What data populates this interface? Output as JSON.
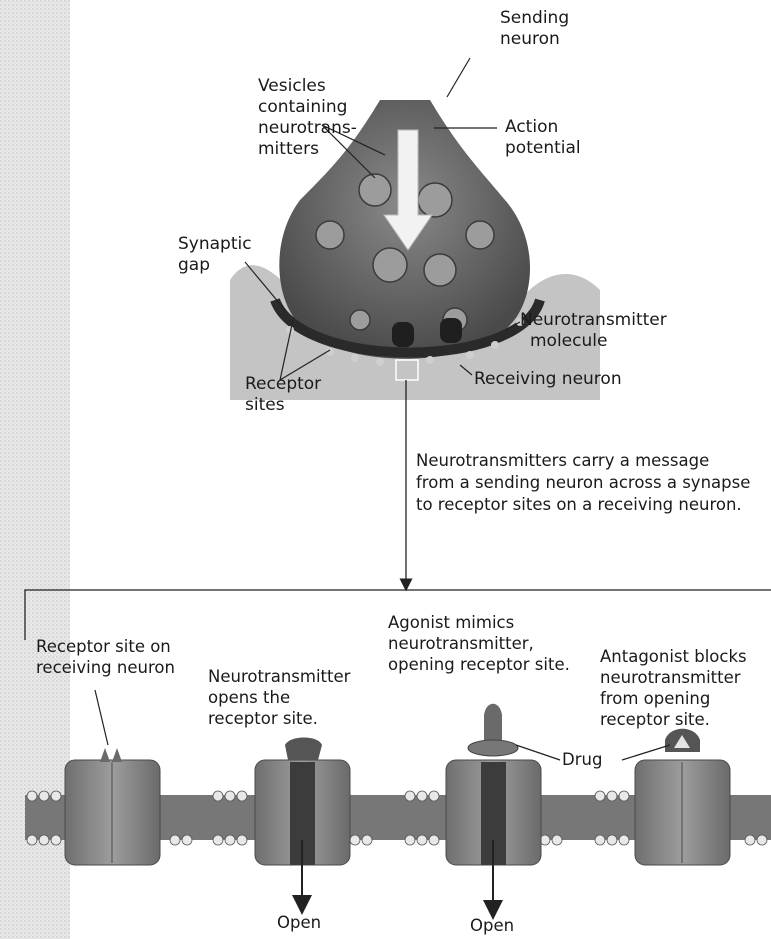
{
  "top": {
    "sending_neuron": [
      "Sending",
      "neuron"
    ],
    "vesicles": [
      "Vesicles",
      "containing",
      "neurotrans-",
      "mitters"
    ],
    "action_potential": [
      "Action",
      "potential"
    ],
    "synaptic_gap": [
      "Synaptic",
      "gap"
    ],
    "neurotransmitter_molecule": [
      "Neurotransmitter",
      "molecule"
    ],
    "receptor_sites": [
      "Receptor",
      "sites"
    ],
    "receiving_neuron": "Receiving neuron",
    "caption": [
      "Neurotransmitters carry a message",
      "from a sending neuron across a synapse",
      "to receptor sites on a receiving neuron."
    ]
  },
  "panels": {
    "receptor_site": [
      "Receptor site on",
      "receiving neuron"
    ],
    "neurotransmitter_opens": [
      "Neurotransmitter",
      "opens the",
      "receptor site."
    ],
    "agonist": [
      "Agonist mimics",
      "neurotransmitter,",
      "opening receptor site."
    ],
    "antagonist": [
      "Antagonist blocks",
      "neurotransmitter",
      "from opening",
      "receptor site."
    ],
    "drug": "Drug",
    "open_1": "Open",
    "open_2": "Open"
  },
  "colors": {
    "neuron": "#6b6b6b",
    "neuron_dark": "#3a3a3a",
    "receptor": "#8a8a8a",
    "membrane": "#7a7a7a",
    "line": "#222222"
  }
}
